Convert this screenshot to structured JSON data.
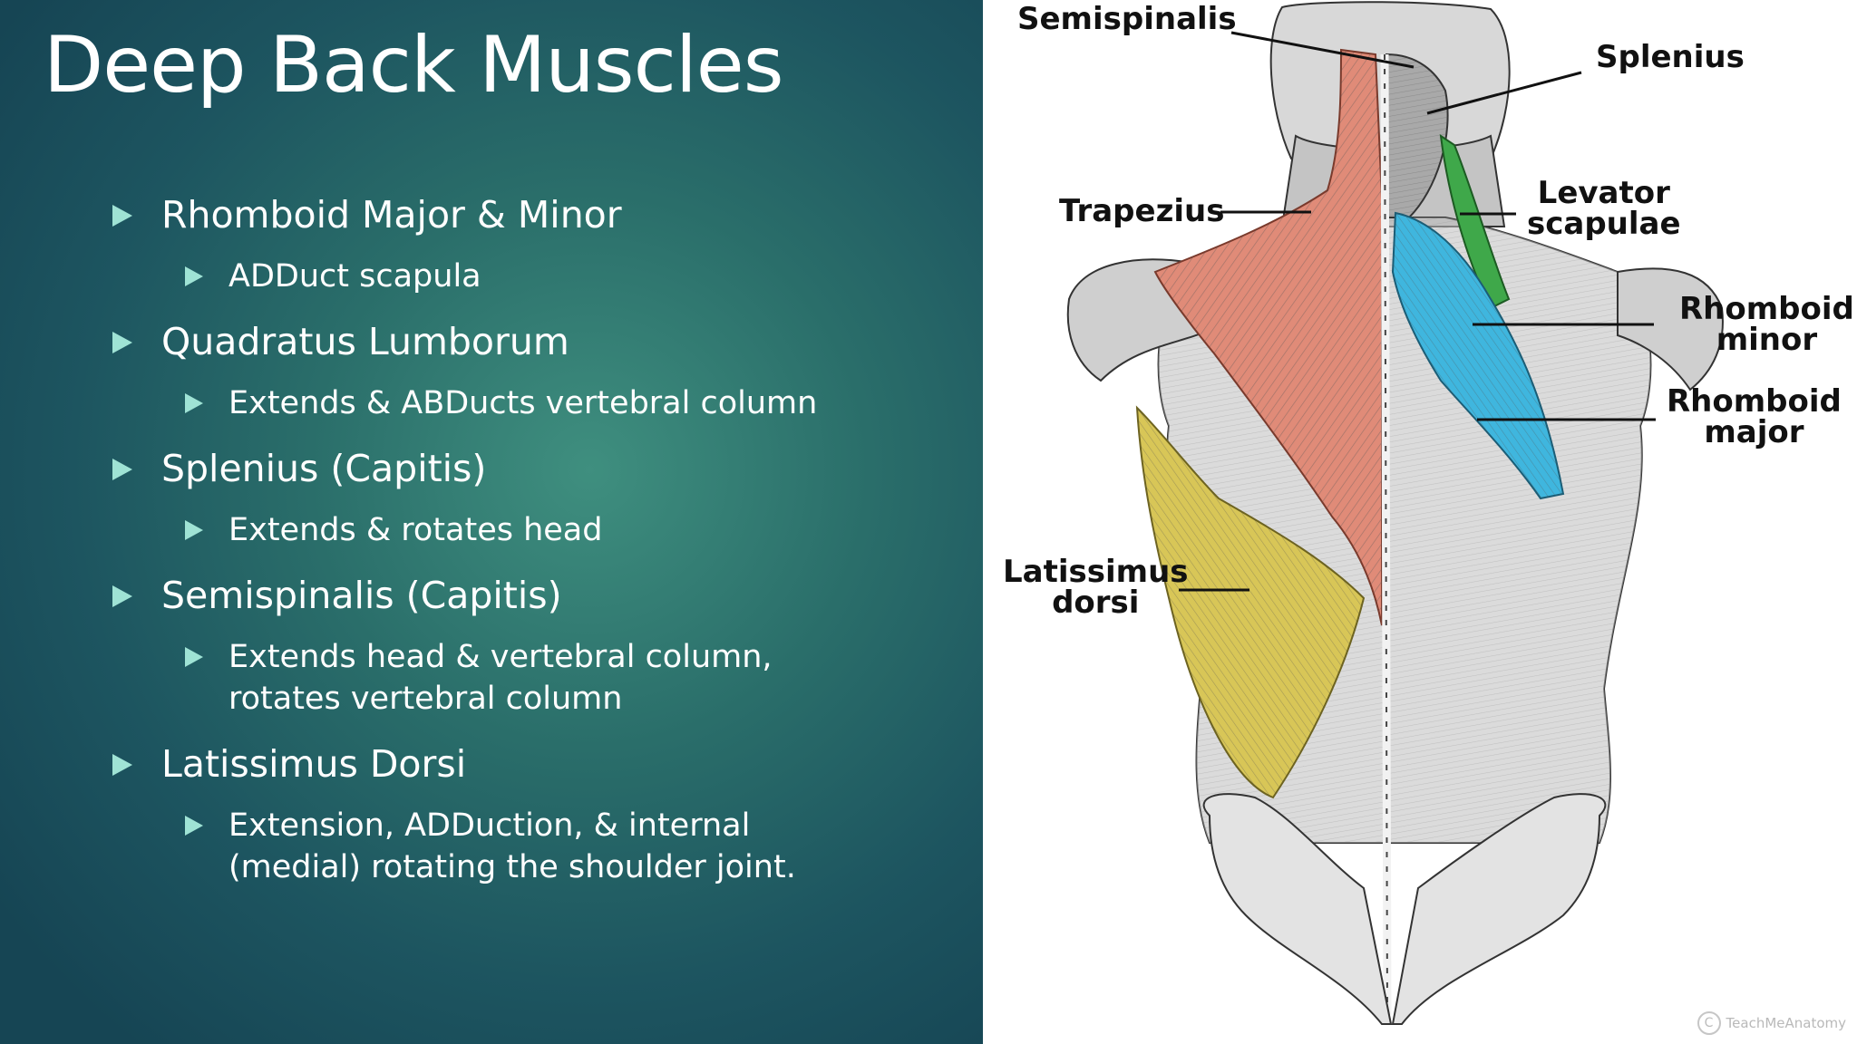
{
  "slide": {
    "title": "Deep Back Muscles",
    "bullets": [
      {
        "level": 1,
        "text": "Rhomboid Major & Minor"
      },
      {
        "level": 2,
        "text": "ADDuct scapula"
      },
      {
        "level": 1,
        "text": "Quadratus Lumborum"
      },
      {
        "level": 2,
        "text": "Extends & ABDucts vertebral column"
      },
      {
        "level": 1,
        "text": "Splenius (Capitis)"
      },
      {
        "level": 2,
        "text": "Extends & rotates head"
      },
      {
        "level": 1,
        "text": "Semispinalis (Capitis)"
      },
      {
        "level": 2,
        "text": "Extends head & vertebral column, rotates vertebral column"
      },
      {
        "level": 1,
        "text": "Latissimus Dorsi"
      },
      {
        "level": 2,
        "text": "Extension, ADDuction, & internal (medial) rotating the shoulder joint."
      }
    ]
  },
  "figure": {
    "labels": {
      "semispinalis": "Semispinalis",
      "splenius": "Splenius",
      "trapezius": "Trapezius",
      "levator_line1": "Levator",
      "levator_line2": "scapulae",
      "rhomboid_minor_line1": "Rhomboid",
      "rhomboid_minor_line2": "minor",
      "rhomboid_major_line1": "Rhomboid",
      "rhomboid_major_line2": "major",
      "latissimus_line1": "Latissimus",
      "latissimus_line2": "dorsi"
    },
    "copyright_symbol": "C",
    "copyright_text": "TeachMeAnatomy",
    "colors": {
      "trapezius": "#e08b78",
      "rhomboid": "#3fb6de",
      "levator": "#3fa84a",
      "latissimus": "#d8c657",
      "muscle_gray": "#b7b7b7"
    }
  }
}
